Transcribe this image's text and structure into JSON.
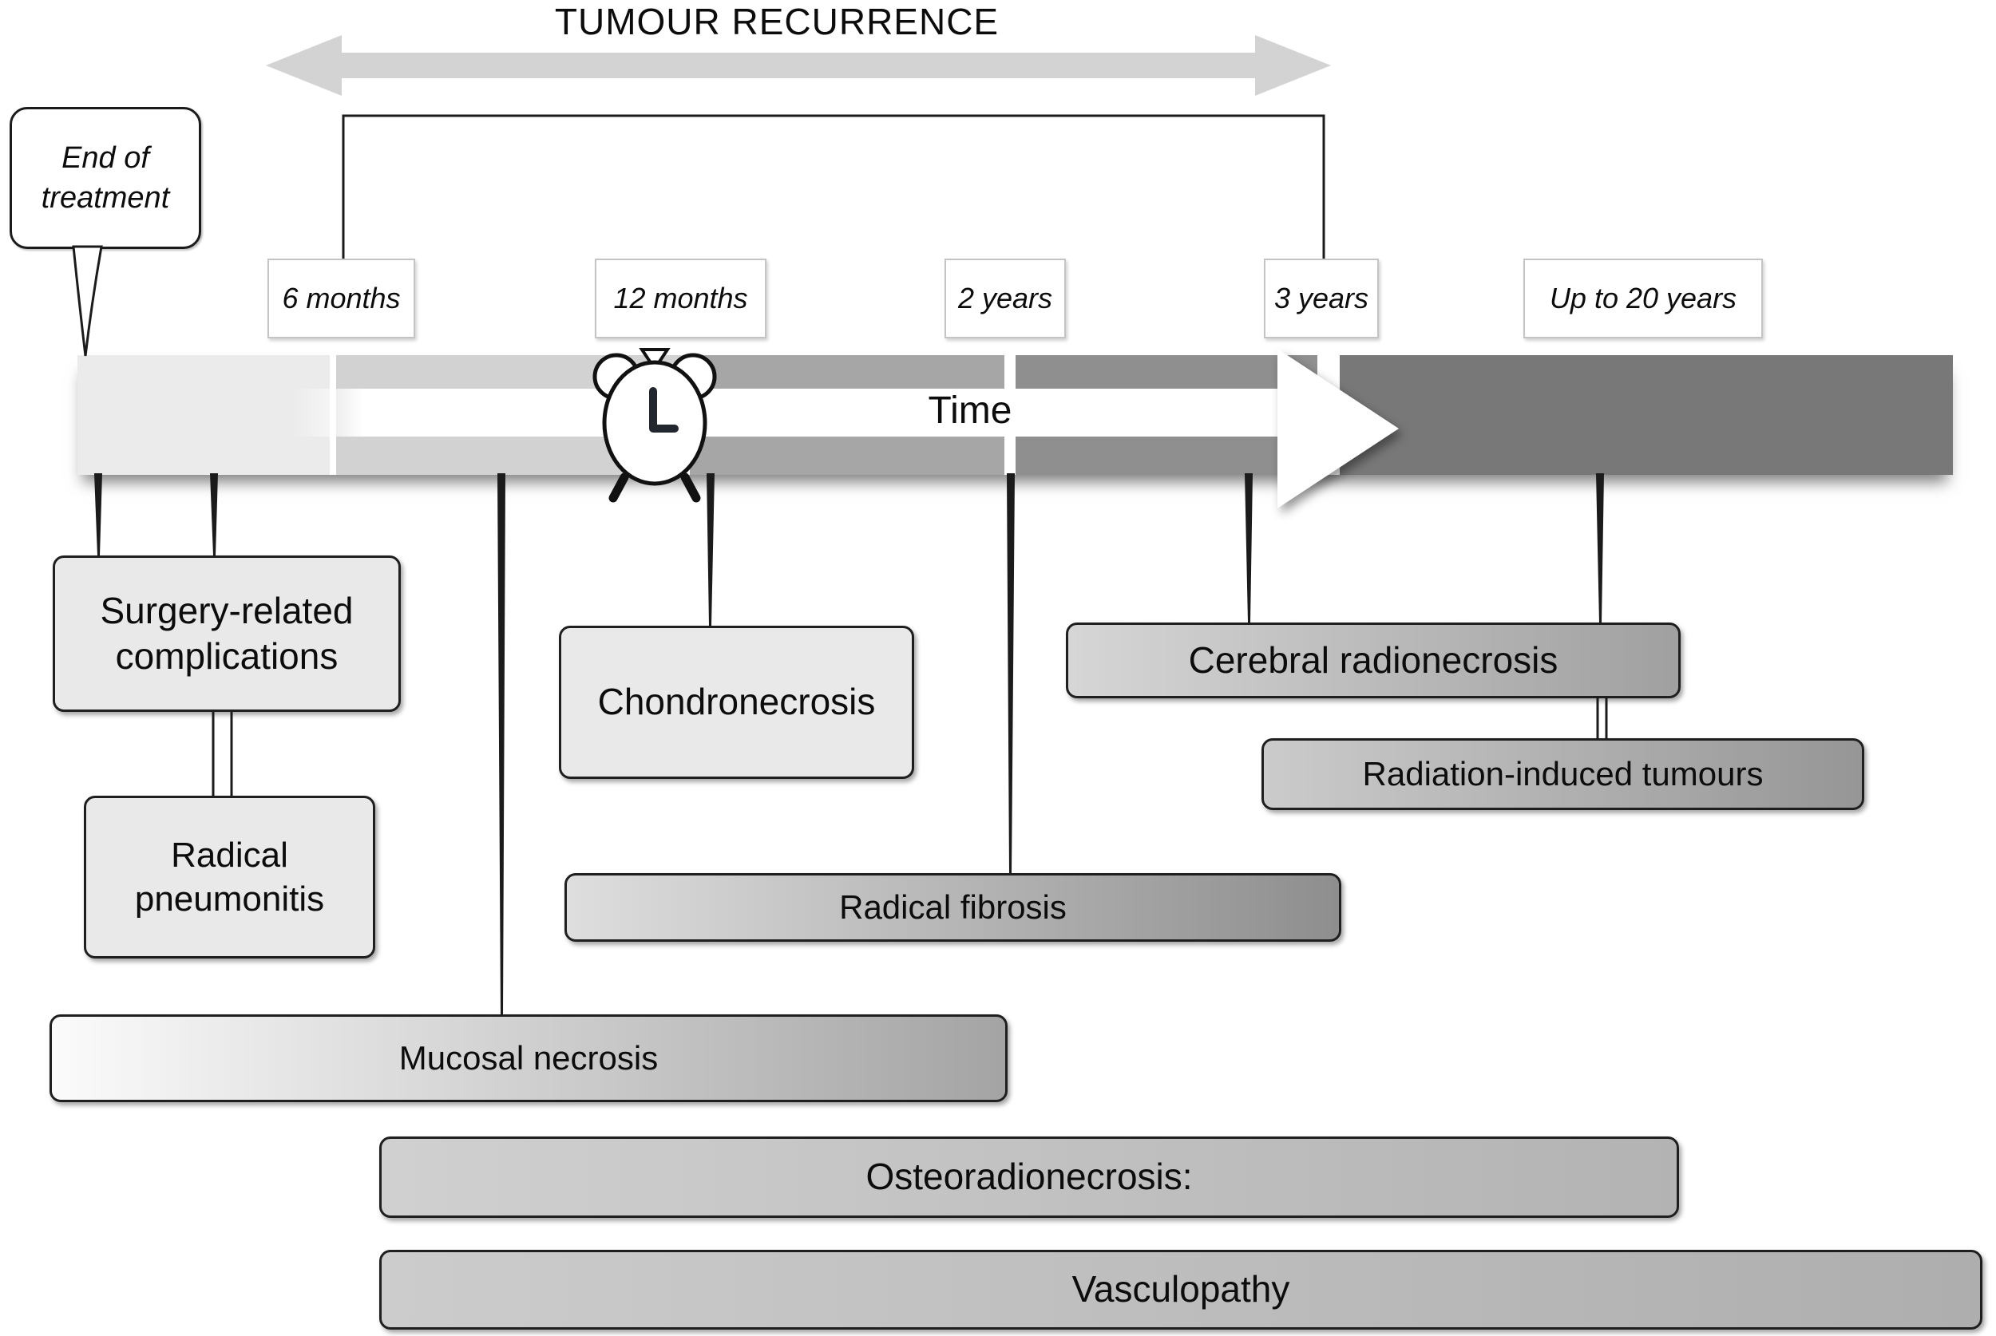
{
  "title": "TUMOUR RECURRENCE",
  "end_of_treatment": {
    "label": "End of treatment"
  },
  "timeline": {
    "time_label": "Time",
    "markers": [
      {
        "label": "6 months"
      },
      {
        "label": "12 months"
      },
      {
        "label": "2 years"
      },
      {
        "label": "3 years"
      },
      {
        "label": "Up to 20 years"
      }
    ],
    "segment_colors": [
      "#ebebeb",
      "#d2d2d2",
      "#a6a6a6",
      "#8f8f8f",
      "#787878"
    ],
    "recurrence_arrow_color": "#d3d3d3",
    "clock_icon": "alarm-clock-icon"
  },
  "complications": {
    "surgery": {
      "label": "Surgery-related complications"
    },
    "pneumonitis": {
      "label": "Radical pneumonitis"
    },
    "chondronecrosis": {
      "label": "Chondronecrosis"
    },
    "cerebral": {
      "label": "Cerebral radionecrosis"
    },
    "radiation_tumours": {
      "label": "Radiation-induced tumours"
    },
    "fibrosis": {
      "label": "Radical fibrosis"
    },
    "mucosal": {
      "label": "Mucosal necrosis"
    },
    "osteoradionecrosis": {
      "label": "Osteoradionecrosis:"
    },
    "vasculopathy": {
      "label": "Vasculopathy"
    }
  }
}
